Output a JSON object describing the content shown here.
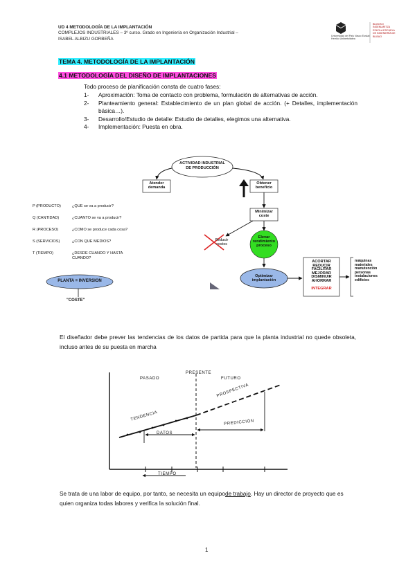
{
  "header": {
    "line1": "UD 4 METODOLOGÍA DE LA IMPLANTACIÓN",
    "line2": "COMPLEJOS INDUSTRIALES – 3º curso. Grado en Ingeniería en Organización Industrial –",
    "line3": "ISABEL ALBIZU GORBEÑA",
    "logo_text1": "Universidad del País Vasco",
    "logo_text2": "Euskal Herriko Unibertsitatea",
    "logo_text3": "BILBOKO INGENIARITZA ESKOLA ESCUELA DE INGENIERÍA DE BILBAO"
  },
  "title": "TEMA 4. METODOLOGÍA DE LA IMPLANTACIÓN",
  "subtitle": "4.1 METODOLOGÍA DEL DISEÑO DE IMPLANTACIONES",
  "intro": "Todo proceso de planificación consta de cuatro fases:",
  "phases": [
    {
      "num": "1-",
      "text": "Aproximación: Toma de contacto con problema, formulación de alternativas de acción."
    },
    {
      "num": "2-",
      "text": "Planteamiento general: Establecimiento de un plan global de acción. (+ Detalles, implementación básica…)."
    },
    {
      "num": "3-",
      "text": "Desarrollo/Estudio de detalle: Estudio de detalles, elegimos una alternativa."
    },
    {
      "num": "4-",
      "text": "Implementación: Puesta en obra."
    }
  ],
  "diagram1": {
    "top": "ACTIVIDAD INDUSTRIAL DE PRODUCCIÓN",
    "left_box": "Atender demanda",
    "right_box": "Obtener beneficio",
    "minimize": "Minimizar coste",
    "reduce": "Reducir costes",
    "raise": "Elevar rendimiento proceso",
    "optimize": "Optimizar implantación",
    "actions": [
      "ACORTAR",
      "REDUCIR",
      "FACILITAR",
      "MEJORAR",
      "DISMINUIR",
      "AHORRAR"
    ],
    "integrar": "INTEGRAR",
    "resources": [
      "máquinas",
      "materiales",
      "manutención",
      "personas",
      "instalaciones",
      "edificios"
    ],
    "questions": [
      {
        "key": "P (PRODUCTO)",
        "q": "¿QUE se va a producir?"
      },
      {
        "key": "Q (CANTIDAD)",
        "q": "¿CUANTO se va a producir?"
      },
      {
        "key": "R (PROCESO)",
        "q": "¿COMO se produce cada cosa?"
      },
      {
        "key": "S (SERVICIOS)",
        "q": "¿CON QUE MEDIOS?"
      },
      {
        "key": "T (TIEMPO)",
        "q": "¿DESDE CUANDO Y HASTA CUANDO?"
      }
    ],
    "planta": "PLANTA = INVERSION",
    "coste": "\"COSTE\""
  },
  "para1": "El diseñador debe prever las tendencias de los datos de partida para que la planta industrial no quede obsoleta, incluso antes de su puesta en marcha",
  "diagram2": {
    "pasado": "PASADO",
    "presente": "PRESENTE",
    "futuro": "FUTURO",
    "tendencia": "TENDENCIA",
    "prospectiva": "PROSPECTIVA",
    "datos": "DATOS",
    "prediccion": "PREDICCIÓN",
    "tiempo": "TIEMPO"
  },
  "para2_a": "Se trata de una labor de equipo, por tanto, se necesita un equipo",
  "para2_link": "de trabajo",
  "para2_b": ". Hay un director de proyecto que es quien organiza todas labores y verifica la solución final.",
  "page_number": "1",
  "colors": {
    "title_bg": "#33eeff",
    "subtitle_bg": "#ff4fe0",
    "green": "#33dd22",
    "blue_oval": "#9ab8e8",
    "red": "#dd2222"
  }
}
